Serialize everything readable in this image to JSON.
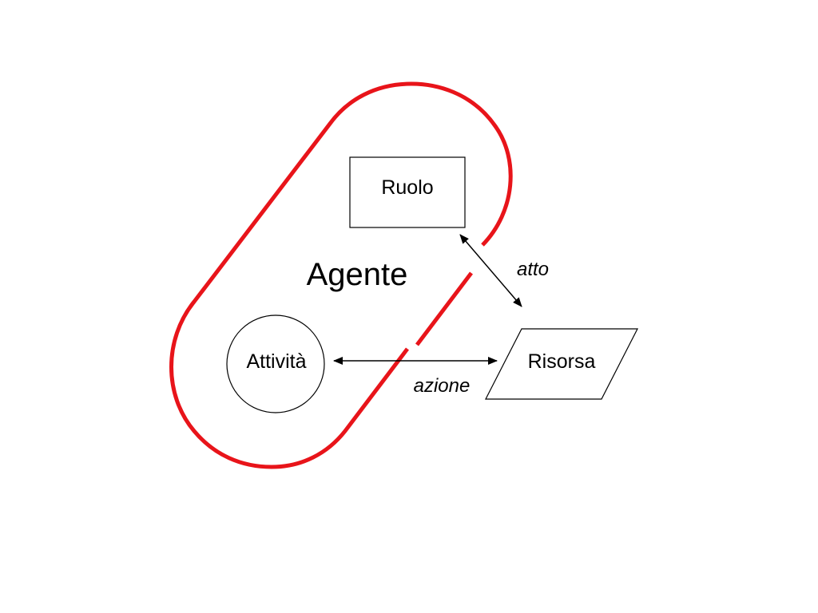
{
  "diagram": {
    "agent_label": "Agente",
    "nodes": {
      "role": "Ruolo",
      "activity": "Attività",
      "resource": "Risorsa"
    },
    "edges": {
      "act": "atto",
      "action": "azione"
    }
  },
  "colors": {
    "agent_boundary": "#e8141a",
    "stroke": "#000000",
    "background": "#ffffff"
  }
}
